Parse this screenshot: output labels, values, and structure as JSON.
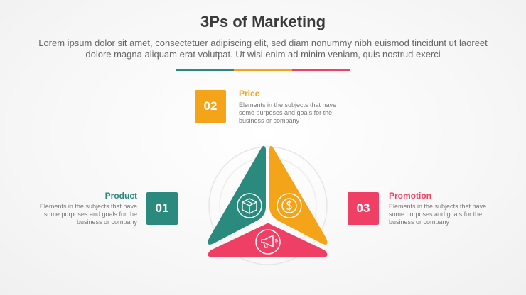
{
  "title": "3Ps of Marketing",
  "subtitle": "Lorem ipsum dolor sit amet, consectetuer adipiscing elit, sed diam nonummy nibh euismod tincidunt ut laoreet dolore magna aliquam erat volutpat. Ut wisi enim ad minim veniam, quis nostrud exerci",
  "colors": {
    "teal": "#2a8a7e",
    "orange": "#f4a419",
    "pink": "#ef3f64"
  },
  "items": [
    {
      "number": "01",
      "label": "Product",
      "description": "Elements in the subjects that have some purposes and goals for the business or company",
      "icon": "box-icon",
      "color": "#2a8a7e"
    },
    {
      "number": "02",
      "label": "Price",
      "description": "Elements in the subjects that have some purposes and goals for the business or company",
      "icon": "dollar-coin-icon",
      "color": "#f4a419"
    },
    {
      "number": "03",
      "label": "Promotion",
      "description": "Elements in the subjects that have some purposes and goals for the business or company",
      "icon": "megaphone-icon",
      "color": "#ef3f64"
    }
  ]
}
